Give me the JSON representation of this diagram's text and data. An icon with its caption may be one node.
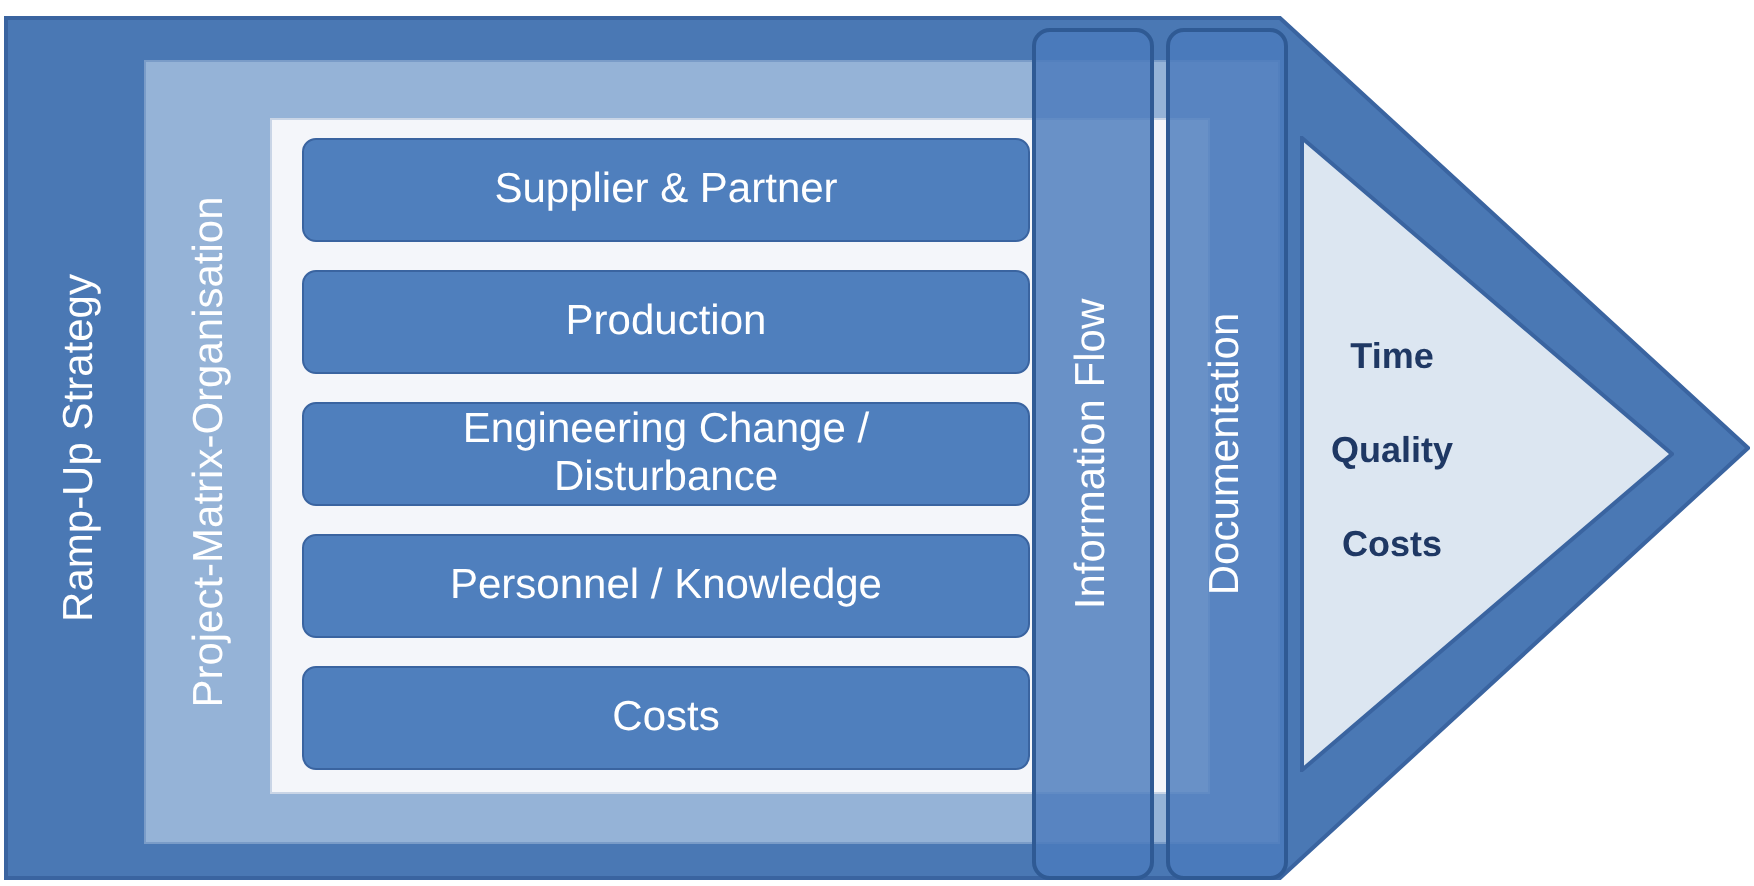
{
  "diagram": {
    "nodes": [
      {
        "text": [
          "Ramp-Up Strategy"
        ]
      },
      {
        "text": [
          "Project-Matrix-Organisation"
        ],
        "in": 0
      },
      {
        "text": [
          "Supplier & Partner"
        ],
        "in": 1
      },
      {
        "text": [
          "Production"
        ],
        "in": 1
      },
      {
        "text": [
          "Engineering Change / Disturbance"
        ],
        "in": 1
      },
      {
        "text": [
          "Personnel / Knowledge"
        ],
        "in": 1
      },
      {
        "text": [
          "Costs"
        ],
        "in": 1
      },
      {
        "text": [
          "Information Flow"
        ],
        "in": 0
      },
      {
        "text": [
          "Documentation"
        ],
        "in": 0
      },
      {
        "text": [
          "Time",
          "Quality",
          "Costs"
        ],
        "in": 0
      }
    ]
  }
}
